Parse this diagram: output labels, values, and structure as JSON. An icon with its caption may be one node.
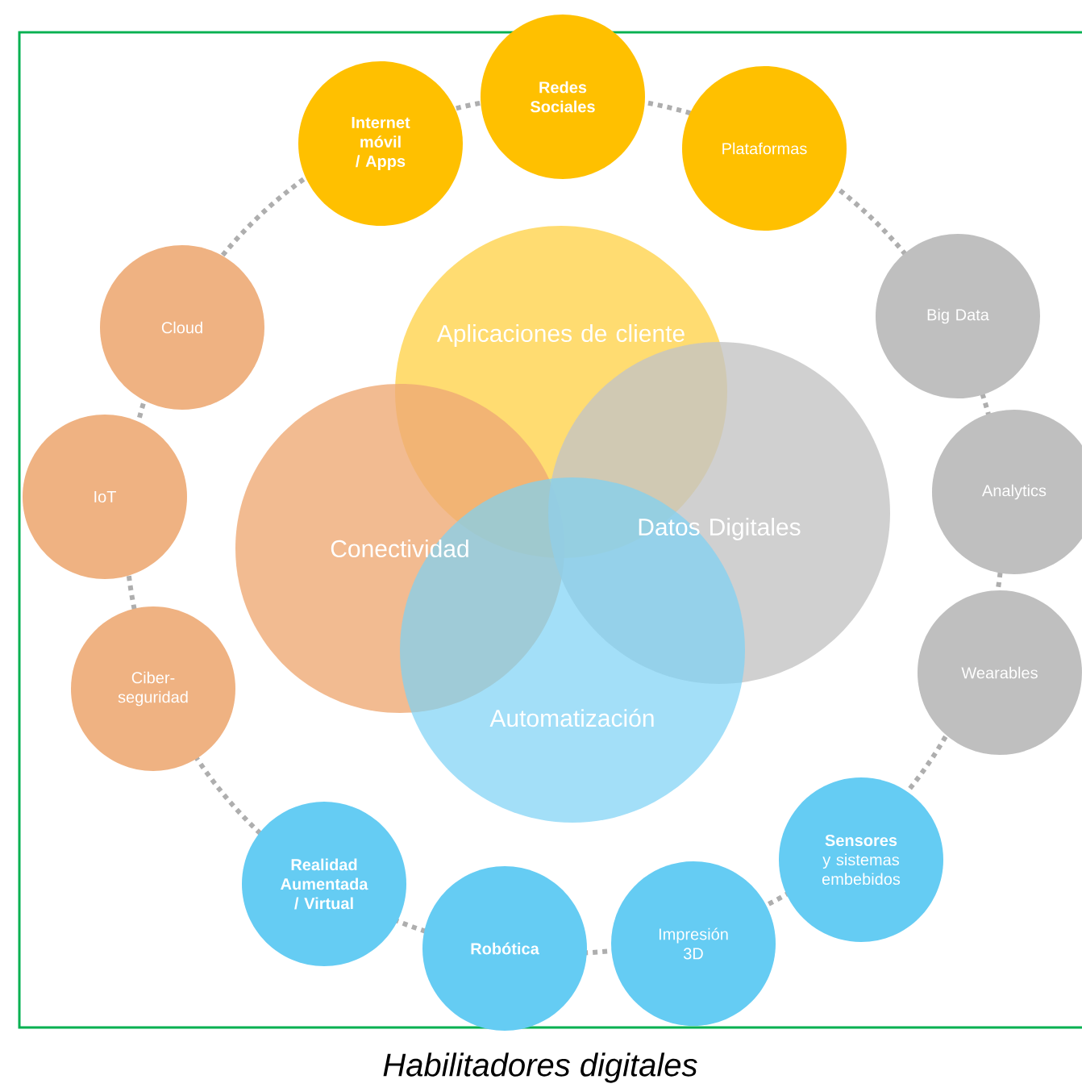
{
  "diagram": {
    "caption": "Habilitadores digitales",
    "nodes": [
      {
        "text": [
          "Redes Sociales"
        ]
      },
      {
        "text": [
          "Internet móvil / Apps"
        ]
      },
      {
        "text": [
          "Plataformas"
        ]
      },
      {
        "text": [
          "Cloud"
        ]
      },
      {
        "text": [
          "Big Data"
        ]
      },
      {
        "text": [
          "IoT"
        ]
      },
      {
        "text": [
          "Analytics"
        ]
      },
      {
        "text": [
          "Ciber-seguridad"
        ]
      },
      {
        "text": [
          "Wearables"
        ]
      },
      {
        "text": [
          "Realidad Aumentada / Virtual"
        ]
      },
      {
        "text": [
          "**Sensores** y sistemas embebidos"
        ]
      },
      {
        "text": [
          "Robótica"
        ]
      },
      {
        "text": [
          "Impresión 3D"
        ]
      },
      {
        "text": [
          "Aplicaciones de cliente"
        ]
      },
      {
        "text": [
          "Conectividad"
        ]
      },
      {
        "text": [
          "Datos Digitales"
        ]
      },
      {
        "text": [
          "Automatización"
        ]
      }
    ]
  }
}
